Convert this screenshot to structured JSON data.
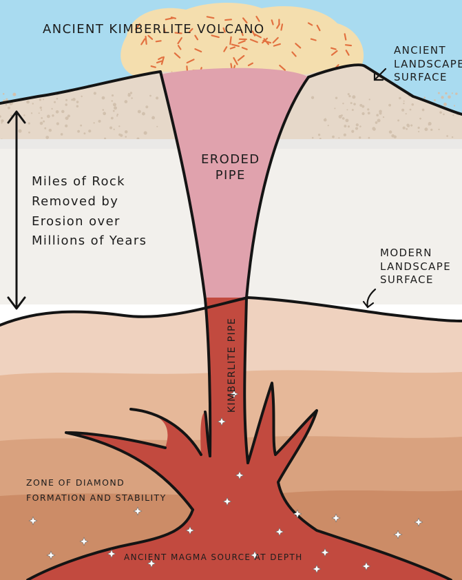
{
  "labels": {
    "title": "Ancient Kimberlite Volcano",
    "ancient_surface": "Ancient\nLandscape\nSurface",
    "eroded_pipe": "Eroded\nPipe",
    "erosion_note": "Miles of Rock\nRemoved by\nErosion over\nMillions of Years",
    "modern_surface": "Modern\nLandscape\nSurface",
    "kimberlite_pipe": "Kimberlite Pipe",
    "diamond_zone": "Zone of Diamond\nFormation and Stability",
    "magma_source": "Ancient Magma Source at Depth"
  },
  "colors": {
    "sky": "#a9dbf0",
    "eruption": "#f4deae",
    "eruption_dashes": "#e2703f",
    "ancient_rock": "#e6d8c9",
    "eroded_zone": "#f2f0ec",
    "eroded_pipe": "#e0a2ad",
    "kimberlite": "#c24a3f",
    "crust": [
      "#efd2bf",
      "#e6b899",
      "#d9a27f",
      "#cc8c67"
    ],
    "outline": "#141414"
  },
  "icons": [
    "diamond-sparkle-icon",
    "double-headed-arrow-icon",
    "pointer-arrow-icon"
  ]
}
